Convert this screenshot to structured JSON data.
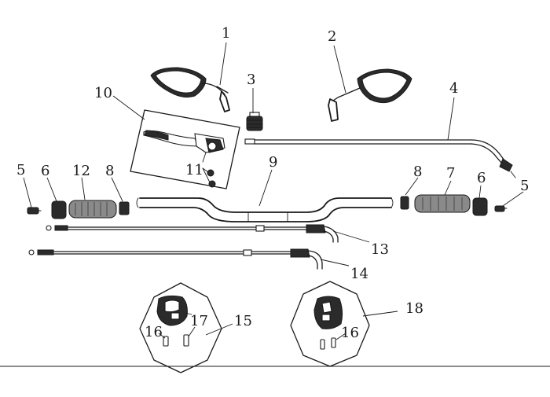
{
  "callouts": {
    "c1": "1",
    "c2": "2",
    "c3": "3",
    "c4": "4",
    "c5_left": "5",
    "c5_right": "5",
    "c6_left": "6",
    "c6_right": "6",
    "c7": "7",
    "c8_left": "8",
    "c8_right": "8",
    "c9": "9",
    "c10": "10",
    "c11": "11",
    "c12": "12",
    "c13": "13",
    "c14": "14",
    "c15": "15",
    "c16_left": "16",
    "c16_right": "16",
    "c17": "17",
    "c18": "18"
  },
  "colors": {
    "line": "#1a1a1a",
    "dark_fill": "#2b2b2b",
    "grip_fill": "#8a8a8a",
    "background": "#ffffff"
  }
}
